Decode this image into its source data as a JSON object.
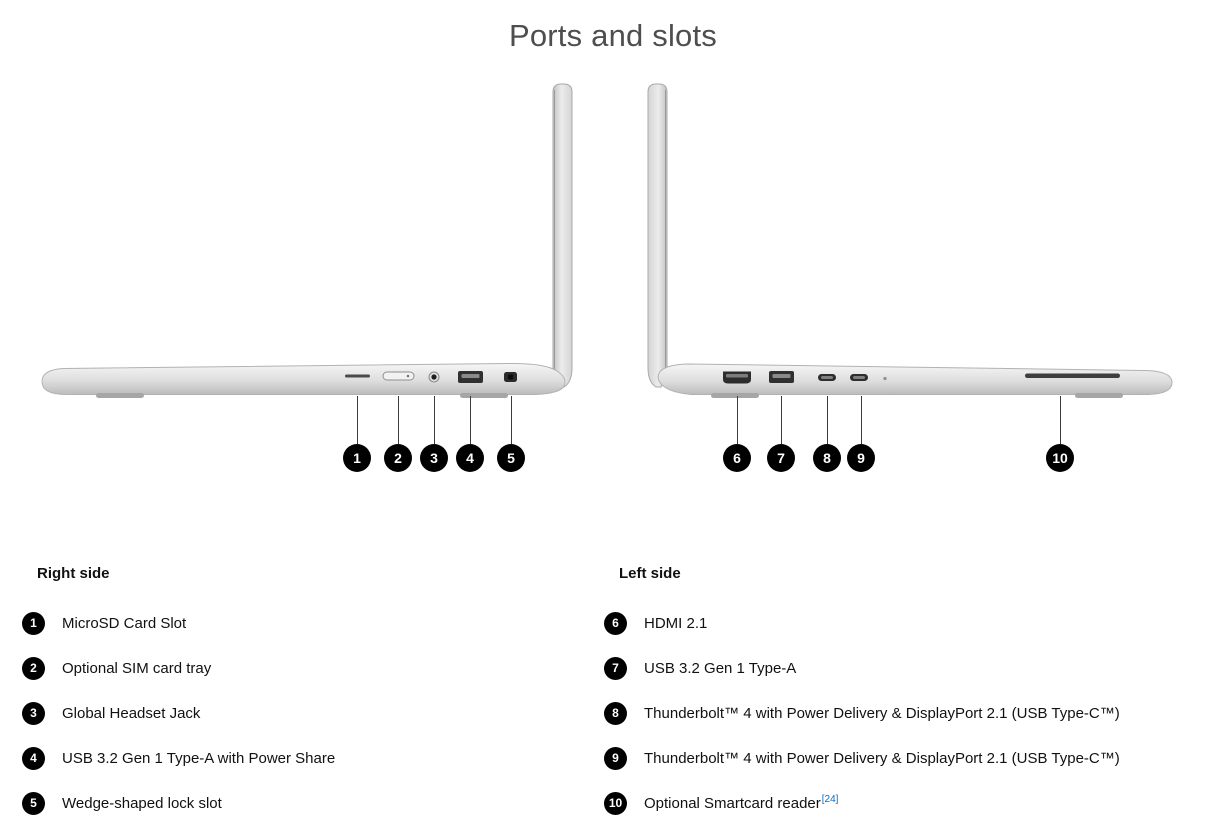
{
  "page": {
    "title": "Ports and slots"
  },
  "diagram": {
    "callouts": [
      "1",
      "2",
      "3",
      "4",
      "5",
      "6",
      "7",
      "8",
      "9",
      "10"
    ]
  },
  "legend": {
    "right": {
      "header": "Right side",
      "items": [
        {
          "num": "1",
          "label": "MicroSD Card Slot"
        },
        {
          "num": "2",
          "label": "Optional SIM card tray"
        },
        {
          "num": "3",
          "label": "Global Headset Jack"
        },
        {
          "num": "4",
          "label": "USB 3.2 Gen 1 Type-A with Power Share"
        },
        {
          "num": "5",
          "label": "Wedge-shaped lock slot"
        }
      ]
    },
    "left": {
      "header": "Left side",
      "items": [
        {
          "num": "6",
          "label": "HDMI 2.1"
        },
        {
          "num": "7",
          "label": "USB 3.2 Gen 1 Type-A"
        },
        {
          "num": "8",
          "label": "Thunderbolt™ 4 with Power Delivery & DisplayPort 2.1 (USB Type-C™)"
        },
        {
          "num": "9",
          "label": "Thunderbolt™ 4 with Power Delivery & DisplayPort 2.1 (USB Type-C™)"
        },
        {
          "num": "10",
          "label": "Optional Smartcard reader",
          "sup": "[24]"
        }
      ]
    }
  },
  "colors": {
    "callout_bg": "#000000",
    "footnote_link": "#0b6cbe",
    "title_text": "#4e4e4e",
    "laptop_silver": "#dcdcdc"
  }
}
